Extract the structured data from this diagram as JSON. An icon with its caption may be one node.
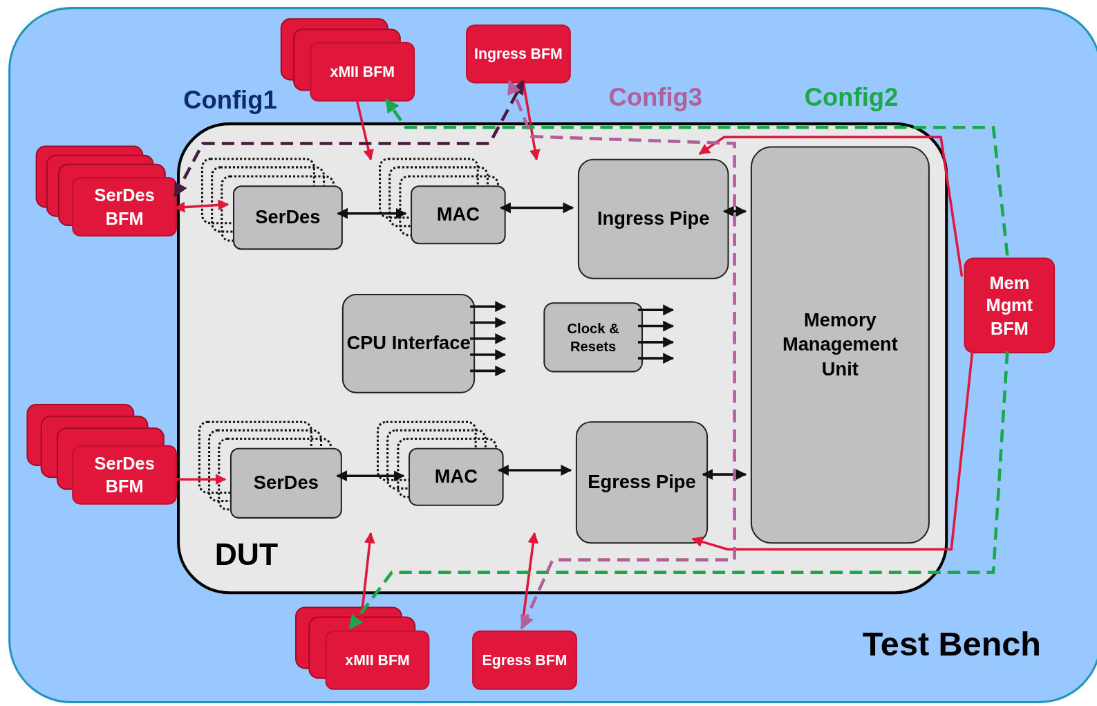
{
  "diagram": {
    "nodes": [
      {
        "text": [
          "Test Bench"
        ]
      },
      {
        "text": [
          "xMII BFM"
        ],
        "in": 0
      },
      {
        "text": [
          "Ingress BFM"
        ],
        "in": 0
      },
      {
        "text": [
          "SerDes BFM"
        ],
        "in": 0
      },
      {
        "text": [
          "DUT"
        ],
        "in": 0
      },
      {
        "text": [
          "SerDes"
        ],
        "in": 4
      },
      {
        "text": [
          "MAC"
        ],
        "in": 4
      },
      {
        "text": [
          "Ingress Pipe"
        ],
        "in": 4
      },
      {
        "text": [
          "Memory Management Unit"
        ],
        "in": 4
      },
      {
        "text": [
          "Mem Mgmt BFM"
        ],
        "in": 0
      },
      {
        "text": [
          "CPU Interface"
        ],
        "in": 4
      },
      {
        "text": [
          "Clock & Resets"
        ],
        "in": 4
      },
      {
        "text": [
          "SerDes BFM"
        ],
        "in": 0
      },
      {
        "text": [
          "SerDes"
        ],
        "in": 4
      },
      {
        "text": [
          "MAC"
        ],
        "in": 4
      },
      {
        "text": [
          "Egress Pipe"
        ],
        "in": 4
      },
      {
        "text": [
          "xMII BFM"
        ],
        "in": 0
      },
      {
        "text": [
          "Egress BFM"
        ],
        "in": 0
      }
    ],
    "edges": [
      {
        "from": 5,
        "to": 6,
        "arrow": "both"
      },
      {
        "from": 6,
        "to": 7,
        "arrow": "both"
      },
      {
        "from": 7,
        "to": 8,
        "arrow": "both"
      },
      {
        "from": 13,
        "to": 14,
        "arrow": "both"
      },
      {
        "from": 14,
        "to": 15,
        "arrow": "both"
      },
      {
        "from": 15,
        "to": 8,
        "arrow": "both"
      },
      {
        "from": 3,
        "to": 5,
        "arrow": "both",
        "color": "#e0163a"
      },
      {
        "from": 1,
        "to": null,
        "arrow": "to",
        "color": "#e0163a"
      },
      {
        "from": 2,
        "to": null,
        "arrow": "to",
        "color": "#e0163a"
      },
      {
        "from": 9,
        "to": 7,
        "arrow": "to",
        "color": "#e0163a"
      },
      {
        "from": 9,
        "to": 15,
        "arrow": "to",
        "color": "#e0163a"
      },
      {
        "from": 12,
        "to": 13,
        "arrow": "to",
        "color": "#e0163a"
      },
      {
        "from": 16,
        "to": null,
        "arrow": "to",
        "color": "#e0163a"
      },
      {
        "from": 17,
        "to": null,
        "arrow": "to",
        "color": "#e0163a"
      },
      {
        "from": 10,
        "to": null,
        "arrow": "to"
      },
      {
        "from": 10,
        "to": null,
        "arrow": "to"
      },
      {
        "from": 10,
        "to": null,
        "arrow": "to"
      },
      {
        "from": 10,
        "to": null,
        "arrow": "to"
      },
      {
        "from": 10,
        "to": null,
        "arrow": "to"
      },
      {
        "from": 11,
        "to": null,
        "arrow": "to"
      },
      {
        "from": 11,
        "to": null,
        "arrow": "to"
      },
      {
        "from": 11,
        "to": null,
        "arrow": "to"
      },
      {
        "from": 11,
        "to": null,
        "arrow": "to"
      },
      {
        "from": 3,
        "to": 2,
        "arrow": "both",
        "style": "dashed",
        "color": "#4a1942",
        "label": "Config1"
      },
      {
        "from": 9,
        "to": 1,
        "arrow": "to",
        "style": "dashed",
        "color": "#1aa84a",
        "label": "Config2"
      },
      {
        "from": 9,
        "to": 16,
        "arrow": "to",
        "style": "dashed",
        "color": "#1aa84a"
      },
      {
        "from": 2,
        "to": 17,
        "arrow": "both",
        "style": "dashed",
        "color": "#b0609a",
        "label": "Config3"
      }
    ]
  }
}
